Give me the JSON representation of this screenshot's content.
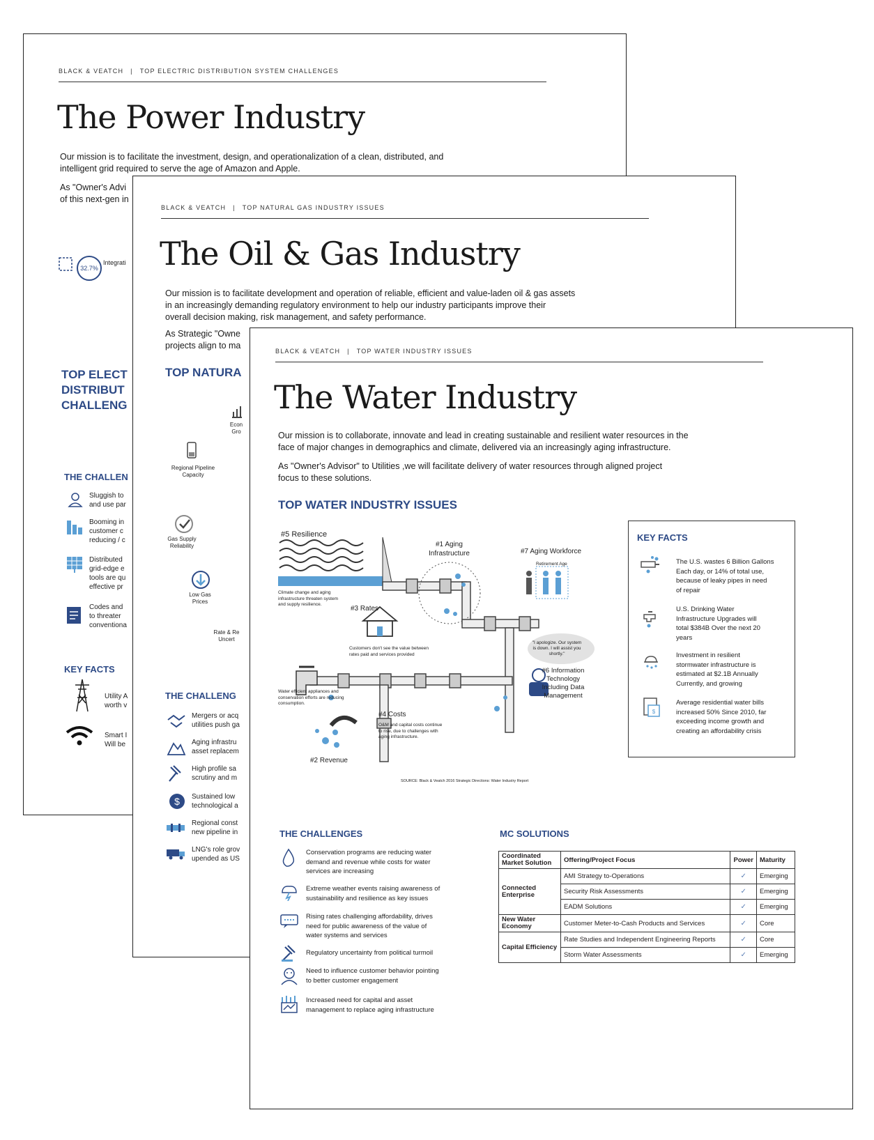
{
  "power": {
    "header_brand": "BLACK & VEATCH",
    "header_topic": "TOP ELECTRIC DISTRIBUTION SYSTEM CHALLENGES",
    "title": "The Power Industry",
    "mission_line1": "Our mission is to facilitate the investment, design, and operationalization of a clean, distributed, and",
    "mission_line2": "intelligent grid required to serve the age of Amazon and Apple.",
    "advisor_text": "As \"Owner's Advi",
    "advisor_text2": "of this next-gen in",
    "badge_value": "32.7%",
    "badge_label": "Integrati",
    "section_title_1": "TOP ELECT",
    "section_title_2": "DISTRIBUT",
    "section_title_3": "CHALLENG",
    "challenges_title": "THE CHALLEN",
    "challenges": [
      {
        "line1": "Sluggish to",
        "line2": "and use par"
      },
      {
        "line1": "Booming in",
        "line2": "customer c",
        "line3": "reducing / c"
      },
      {
        "line1": "Distributed",
        "line2": "grid-edge e",
        "line3": "tools are qu",
        "line4": "effective pr"
      },
      {
        "line1": "Codes and",
        "line2": "to threater",
        "line3": "conventiona"
      }
    ],
    "key_facts_title": "KEY FACTS",
    "facts": [
      {
        "line1": "Utility A",
        "line2": "worth v"
      },
      {
        "line1": "Smart I",
        "line2": "Will be"
      }
    ]
  },
  "gas": {
    "header_brand": "BLACK & VEATCH",
    "header_topic": "TOP NATURAL GAS INDUSTRY ISSUES",
    "title": "The Oil & Gas Industry",
    "mission_line1": "Our mission is to facilitate development and operation of reliable, efficient and value-laden oil & gas assets",
    "mission_line2": "in an increasingly demanding regulatory environment to help our industry participants improve their",
    "mission_line3": "overall decision making, risk management, and safety performance.",
    "advisor_text": "As Strategic \"Owne",
    "advisor_text2": "projects align to ma",
    "section_title": "TOP NATURA",
    "diagram_labels": {
      "econ": "Econ",
      "gro": "Gro",
      "pipeline_1": "Regional Pipeline",
      "pipeline_2": "Capacity",
      "supply_1": "Gas Supply",
      "supply_2": "Reliability",
      "low_1": "Low Gas",
      "low_2": "Prices",
      "rate_1": "Rate & Re",
      "rate_2": "Uncert"
    },
    "challenges_title": "THE CHALLENG",
    "challenges": [
      {
        "line1": "Mergers or acq",
        "line2": "utilities push ga"
      },
      {
        "line1": "Aging infrastru",
        "line2": "asset replacem"
      },
      {
        "line1": "High profile sa",
        "line2": "scrutiny and m"
      },
      {
        "line1": "Sustained low",
        "line2": "technological a"
      },
      {
        "line1": "Regional const",
        "line2": "new pipeline in"
      },
      {
        "line1": "LNG's role grov",
        "line2": "upended as US"
      }
    ]
  },
  "water": {
    "header_brand": "BLACK & VEATCH",
    "header_topic": "TOP WATER INDUSTRY ISSUES",
    "title": "The Water Industry",
    "mission_line1": "Our mission is to collaborate, innovate and lead in creating sustainable and resilient water resources in the",
    "mission_line2": "face of major changes in demographics and  climate, delivered via an increasingly aging infrastructure.",
    "advisor_line1": "As   \"Owner's Advisor\" to Utilities ,we will facilitate delivery of water resources through aligned project",
    "advisor_line2": "focus to these solutions.",
    "issues_title": "TOP WATER INDUSTRY ISSUES",
    "issues": {
      "resilience_num": "#5",
      "resilience": "Resilience",
      "resilience_note": "Climate change and aging infrastructure threaten system and supply resilience.",
      "aging_num": "#1",
      "aging_1": "Aging",
      "aging_2": "Infrastructure",
      "workforce_num": "#7",
      "workforce": "Aging Workforce",
      "retirement": "Retirement Age",
      "rates_num": "#3",
      "rates": "Rates",
      "rates_note": "Customers don't see the value between rates paid and services provided",
      "speech": "\"I apologize. Our system is down. I will assist you shortly.\"",
      "info_num": "#6",
      "info_1": "Information",
      "info_2": "Technology",
      "info_3": "Including Data",
      "info_4": "Management",
      "efficient_note": "Water efficient appliances and conservation efforts are reducing consumption.",
      "costs_num": "#4",
      "costs": "Costs",
      "costs_note": "O&M and capital costs continue to rise, due to challenges with aging infrastructure.",
      "revenue_num": "#2",
      "revenue": "Revenue",
      "source": "SOURCE: Black & Veatch 2016 Strategic Directions: Water Industry Report"
    },
    "key_facts_title": "KEY FACTS",
    "key_facts": [
      {
        "line1": "The U.S. wastes 6 Billion Gallons",
        "line2": "Each day, or 14% of  total use,",
        "line3": "because of leaky pipes in need",
        "line4": "of repair"
      },
      {
        "line1": "U.S. Drinking Water",
        "line2": "Infrastructure Upgrades will",
        "line3": "total $384B Over the next 20",
        "line4": "years"
      },
      {
        "line1": "Investment in resilient",
        "line2": "stormwater infrastructure is",
        "line3": "estimated at $2.1B Annually",
        "line4": "Currently, and growing"
      },
      {
        "line1": "Average residential water bills",
        "line2": "increased 50% Since 2010, far",
        "line3": "exceeding income growth and",
        "line4": "creating an affordability crisis"
      }
    ],
    "challenges_title": "THE CHALLENGES",
    "challenges": [
      {
        "line1": "Conservation programs are reducing water",
        "line2": "demand and revenue while costs for water",
        "line3": "services are increasing"
      },
      {
        "line1": "Extreme weather events raising awareness of",
        "line2": "sustainability and resilience as key issues",
        "line3": ""
      },
      {
        "line1": "Rising rates challenging affordability, drives",
        "line2": "need for public awareness of the value of",
        "line3": "water systems and services"
      },
      {
        "line1": "Regulatory uncertainty from political turmoil",
        "line2": "",
        "line3": ""
      },
      {
        "line1": "Need to influence customer behavior pointing",
        "line2": "to better customer engagement",
        "line3": ""
      },
      {
        "line1": "Increased need for capital and asset",
        "line2": "management to replace aging infrastructure",
        "line3": ""
      }
    ],
    "solutions_title": "MC SOLUTIONS",
    "table_headers": {
      "market": "Coordinated Market Solution",
      "offering": "Offering/Project Focus",
      "power": "Power",
      "maturity": "Maturity"
    },
    "table_groups": {
      "g1": "Connected Enterprise",
      "g2": "New Water Economy",
      "g3": "Capital Efficiency"
    },
    "table_rows": [
      {
        "offering": "AMI Strategy to-Operations",
        "maturity": "Emerging"
      },
      {
        "offering": "Security Risk Assessments",
        "maturity": "Emerging"
      },
      {
        "offering": "EADM Solutions",
        "maturity": "Emerging"
      },
      {
        "offering": "Customer Meter-to-Cash Products and Services",
        "maturity": "Core"
      },
      {
        "offering": "Rate Studies and Independent Engineering Reports",
        "maturity": "Core"
      },
      {
        "offering": "Storm Water Assessments",
        "maturity": "Emerging"
      }
    ],
    "check_glyph": "✓"
  }
}
